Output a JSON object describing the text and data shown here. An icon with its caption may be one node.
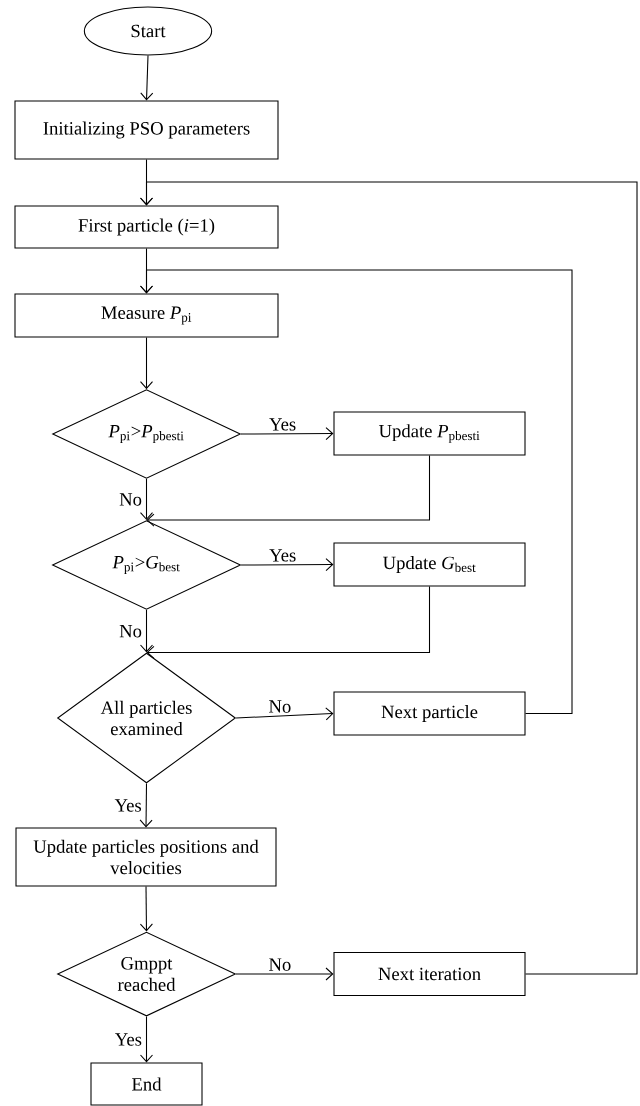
{
  "diagram": {
    "nodes": [
      {
        "text": [
          "Start"
        ]
      },
      {
        "text": [
          "Initializing PSO parameters"
        ]
      },
      {
        "text": [
          "First particle (*i*=1)"
        ]
      },
      {
        "text": [
          "Measure *P*$_{pi}$"
        ]
      },
      {
        "text": [
          "*P*$_{pi}$>*P*$_{pbesti}$"
        ]
      },
      {
        "text": [
          "Update *P*$_{pbesti}$"
        ]
      },
      {
        "text": [
          "*P*$_{pi}$>*G*$_{best}$"
        ]
      },
      {
        "text": [
          "Update *G*$_{best}$"
        ]
      },
      {
        "text": [
          "All particles examined"
        ]
      },
      {
        "text": [
          "Next particle"
        ]
      },
      {
        "text": [
          "Update particles positions and velocities"
        ]
      },
      {
        "text": [
          "Gmppt reached"
        ]
      },
      {
        "text": [
          "Next iteration"
        ]
      },
      {
        "text": [
          "End"
        ]
      }
    ],
    "edges": [
      {
        "from": 0,
        "to": 1,
        "arrow": "to"
      },
      {
        "from": 1,
        "to": 2,
        "arrow": "to"
      },
      {
        "from": 2,
        "to": 3,
        "arrow": "to"
      },
      {
        "from": 3,
        "to": 4,
        "arrow": "to"
      },
      {
        "from": 4,
        "to": 5,
        "arrow": "to",
        "label": "Yes"
      },
      {
        "from": 4,
        "to": 6,
        "arrow": "to",
        "label": "No"
      },
      {
        "from": 5,
        "to": 6,
        "arrow": "to"
      },
      {
        "from": 6,
        "to": 7,
        "arrow": "to",
        "label": "Yes"
      },
      {
        "from": 6,
        "to": 8,
        "arrow": "to",
        "label": "No"
      },
      {
        "from": 7,
        "to": 8,
        "arrow": "to"
      },
      {
        "from": 8,
        "to": 9,
        "arrow": "to",
        "label": "No"
      },
      {
        "from": 9,
        "to": 3,
        "arrow": "to"
      },
      {
        "from": 8,
        "to": 10,
        "arrow": "to",
        "label": "Yes"
      },
      {
        "from": 10,
        "to": 11,
        "arrow": "to"
      },
      {
        "from": 11,
        "to": 12,
        "arrow": "to",
        "label": "No"
      },
      {
        "from": 12,
        "to": 2,
        "arrow": "to"
      },
      {
        "from": 11,
        "to": 13,
        "arrow": "to",
        "label": "Yes"
      }
    ]
  }
}
